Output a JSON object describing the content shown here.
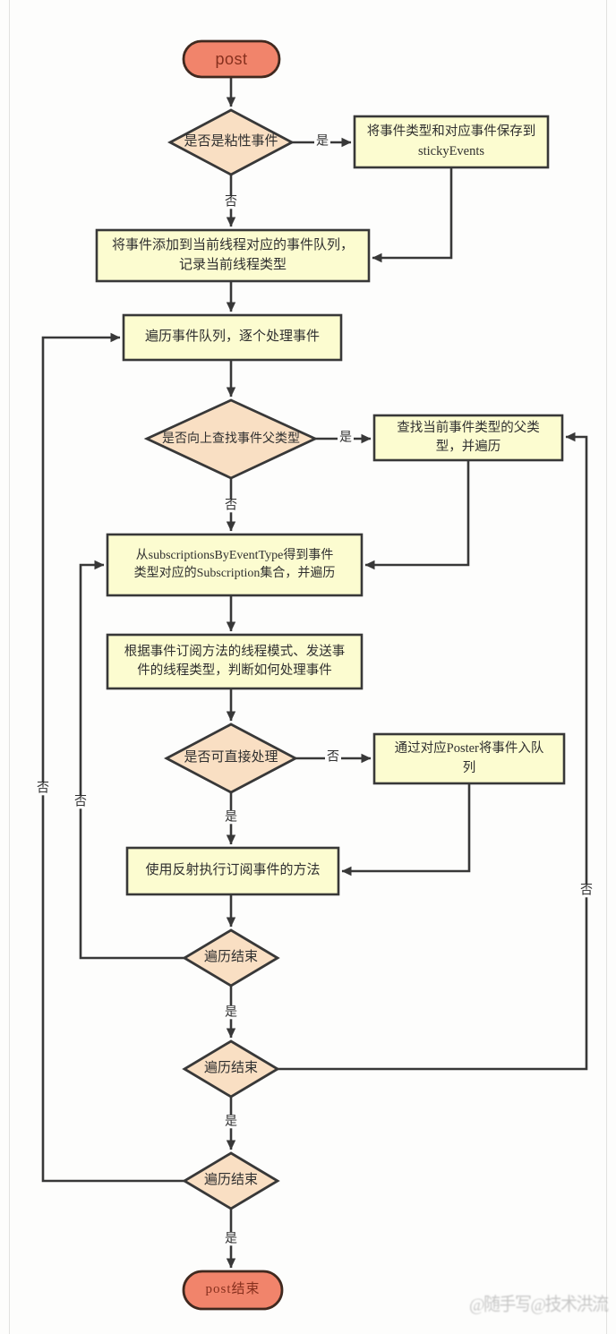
{
  "colors": {
    "terminal_fill": "#f1846b",
    "terminal_border": "#40291f",
    "terminal_text": "#87301e",
    "decision_fill": "#f9dfc3",
    "process_fill": "#fcfcd0",
    "shape_border": "#383838",
    "line": "#383838",
    "text": "#2f2f2f"
  },
  "nodes": {
    "start": {
      "label": "post"
    },
    "decision_sticky": {
      "label": "是否是粘性事件"
    },
    "save_sticky": {
      "label": "将事件类型和对应事件保存到\nstickyEvents"
    },
    "add_to_queue": {
      "label": "将事件添加到当前线程对应的事件队列，\n记录当前线程类型"
    },
    "iterate_queue": {
      "label": "遍历事件队列，逐个处理事件"
    },
    "decision_lookup_parent": {
      "label": "是否向上查找事件父类型"
    },
    "find_parent_types": {
      "label": "查找当前事件类型的父类\n型，并遍历"
    },
    "get_subscriptions": {
      "label": "从subscriptionsByEventType得到事件\n类型对应的Subscription集合，并遍历"
    },
    "judge_thread_mode": {
      "label": "根据事件订阅方法的线程模式、发送事\n件的线程类型，判断如何处理事件"
    },
    "decision_direct": {
      "label": "是否可直接处理"
    },
    "poster_enqueue": {
      "label": "通过对应Poster将事件入队\n列"
    },
    "invoke_reflection": {
      "label": "使用反射执行订阅事件的方法"
    },
    "loop_end_subscription": {
      "label": "遍历结束"
    },
    "loop_end_parent": {
      "label": "遍历结束"
    },
    "loop_end_queue": {
      "label": "遍历结束"
    },
    "end": {
      "label": "post结束"
    }
  },
  "edge_labels": {
    "sticky_yes": "是",
    "sticky_no": "否",
    "parent_yes": "是",
    "parent_no": "否",
    "direct_no": "否",
    "direct_yes": "是",
    "sub_loop_no": "否",
    "sub_loop_yes": "是",
    "parent_loop_no": "否",
    "parent_loop_yes": "是",
    "queue_loop_no": "否",
    "queue_loop_yes": "是"
  },
  "watermark": {
    "text": "@随手写@技术洪流"
  }
}
